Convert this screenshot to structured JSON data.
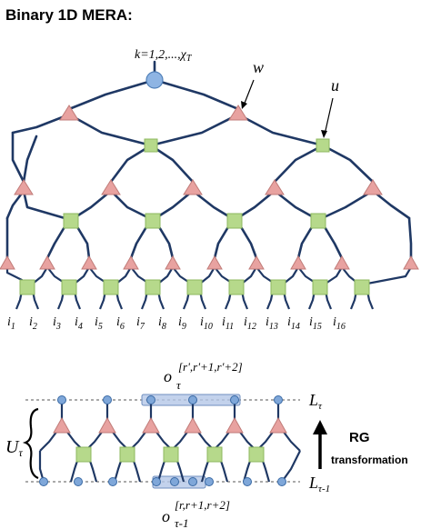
{
  "title": "Binary 1D MERA:",
  "top_label": "k=1,2,...,χ",
  "top_label_sub": "T",
  "label_w": "w",
  "label_u": "u",
  "site_labels": [
    "i1",
    "i2",
    "i3",
    "i4",
    "i5",
    "i6",
    "i7",
    "i8",
    "i9",
    "i10",
    "i11",
    "i12",
    "i13",
    "i14",
    "i15",
    "i16"
  ],
  "site_letter": "i",
  "site_numbers": [
    "1",
    "2",
    "3",
    "4",
    "5",
    "6",
    "7",
    "8",
    "9",
    "10",
    "11",
    "12",
    "13",
    "14",
    "15",
    "16"
  ],
  "op_top_base": "o",
  "op_top_sub": "τ",
  "op_top_sup": "[r',r'+1,r'+2]",
  "op_bottom_base": "o",
  "op_bottom_sub": "τ-1",
  "op_bottom_sup": "[r,r+1,r+2]",
  "u_label": "U",
  "u_label_sub": "τ",
  "L_top": "L",
  "L_top_sub": "τ",
  "L_bottom": "L",
  "L_bottom_sub": "τ-1",
  "rg_label": "RG",
  "rg_sub_label": "transformation",
  "colors": {
    "isometry": "#e8a2a0",
    "disentangler": "#b6d98b",
    "top_tensor": "#8eb4e3",
    "wire": "#1f3864",
    "highlight_box": "#b4c7e7"
  }
}
